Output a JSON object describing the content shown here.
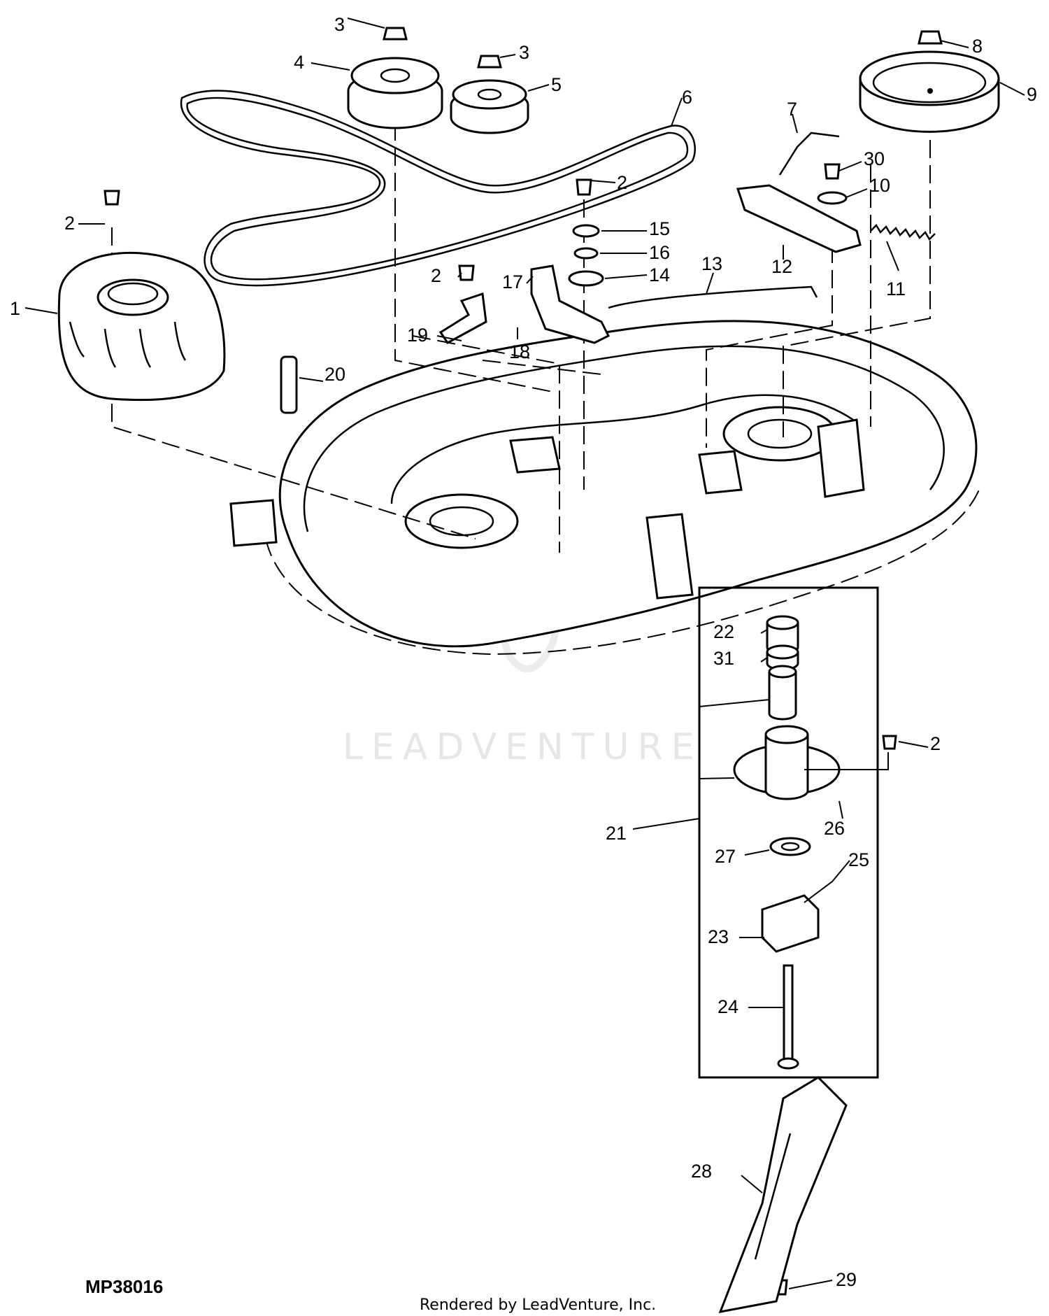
{
  "diagram": {
    "reference_code": "MP38016",
    "watermark": "LEADVENTURE",
    "footer": "Rendered by LeadVenture, Inc.",
    "callouts": [
      {
        "id": "c1",
        "label": "1"
      },
      {
        "id": "c2a",
        "label": "2"
      },
      {
        "id": "c2b",
        "label": "2"
      },
      {
        "id": "c2c",
        "label": "2"
      },
      {
        "id": "c2d",
        "label": "2"
      },
      {
        "id": "c3a",
        "label": "3"
      },
      {
        "id": "c3b",
        "label": "3"
      },
      {
        "id": "c4",
        "label": "4"
      },
      {
        "id": "c5",
        "label": "5"
      },
      {
        "id": "c6",
        "label": "6"
      },
      {
        "id": "c7",
        "label": "7"
      },
      {
        "id": "c8",
        "label": "8"
      },
      {
        "id": "c9",
        "label": "9"
      },
      {
        "id": "c10",
        "label": "10"
      },
      {
        "id": "c11",
        "label": "11"
      },
      {
        "id": "c12",
        "label": "12"
      },
      {
        "id": "c13",
        "label": "13"
      },
      {
        "id": "c14",
        "label": "14"
      },
      {
        "id": "c15",
        "label": "15"
      },
      {
        "id": "c16",
        "label": "16"
      },
      {
        "id": "c17",
        "label": "17"
      },
      {
        "id": "c18",
        "label": "18"
      },
      {
        "id": "c19",
        "label": "19"
      },
      {
        "id": "c20",
        "label": "20"
      },
      {
        "id": "c21",
        "label": "21"
      },
      {
        "id": "c22",
        "label": "22"
      },
      {
        "id": "c23",
        "label": "23"
      },
      {
        "id": "c24",
        "label": "24"
      },
      {
        "id": "c25",
        "label": "25"
      },
      {
        "id": "c26",
        "label": "26"
      },
      {
        "id": "c27",
        "label": "27"
      },
      {
        "id": "c28",
        "label": "28"
      },
      {
        "id": "c29",
        "label": "29"
      },
      {
        "id": "c30",
        "label": "30"
      },
      {
        "id": "c31",
        "label": "31"
      }
    ]
  }
}
